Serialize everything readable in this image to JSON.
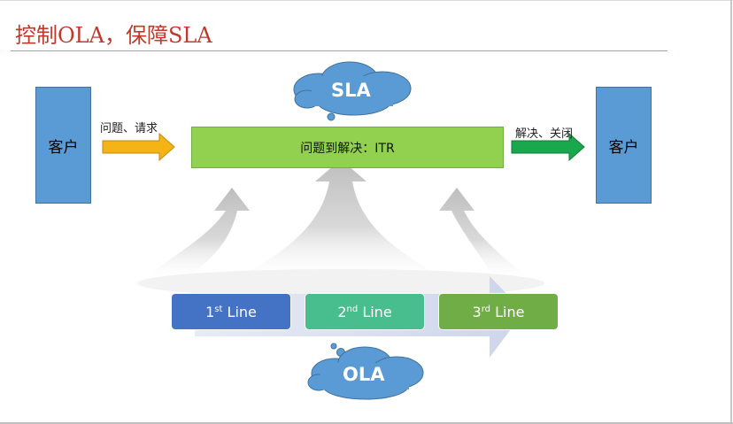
{
  "slide": {
    "title": "控制OLA，保障SLA",
    "colors": {
      "title": "#c0392b",
      "customer": "#5b9bd5",
      "itr_bar": "#92d050",
      "arrow_in": "#f5b316",
      "arrow_out": "#1aa84f",
      "cloud": "#5b9bd5",
      "line1": "#4472c4",
      "line2": "#48bd8e",
      "line3": "#70ad47"
    }
  },
  "diagram": {
    "left_customer": "客户",
    "right_customer": "客户",
    "input_label": "问题、请求",
    "output_label": "解决、关闭",
    "process_label": "问题到解决：ITR",
    "sla_cloud": "SLA",
    "ola_cloud": "OLA",
    "lines": [
      {
        "prefix": "1",
        "suffix": "st",
        "word": "Line"
      },
      {
        "prefix": "2",
        "suffix": "nd",
        "word": "Line"
      },
      {
        "prefix": "3",
        "suffix": "rd",
        "word": "Line"
      }
    ]
  }
}
